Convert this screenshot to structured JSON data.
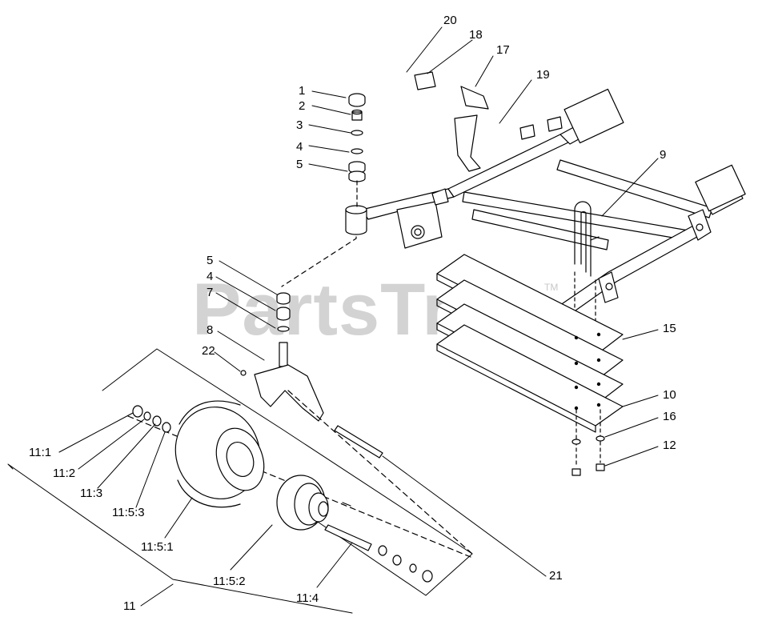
{
  "watermark": {
    "text": "PartsTree",
    "tm": "TM"
  },
  "callouts": {
    "c1": "1",
    "c2": "2",
    "c3": "3",
    "c4a": "4",
    "c5a": "5",
    "c5b": "5",
    "c4b": "4",
    "c7": "7",
    "c8": "8",
    "c22": "22",
    "c9": "9",
    "c15": "15",
    "c10": "10",
    "c16": "16",
    "c12": "12",
    "c17": "17",
    "c18": "18",
    "c19": "19",
    "c20": "20",
    "c21": "21",
    "c11_1": "11:1",
    "c11_2": "11:2",
    "c11_3": "11:3",
    "c11_5_3": "11:5:3",
    "c11_5_1": "11:5:1",
    "c11_5_2": "11:5:2",
    "c11_4": "11:4",
    "c11": "11"
  }
}
